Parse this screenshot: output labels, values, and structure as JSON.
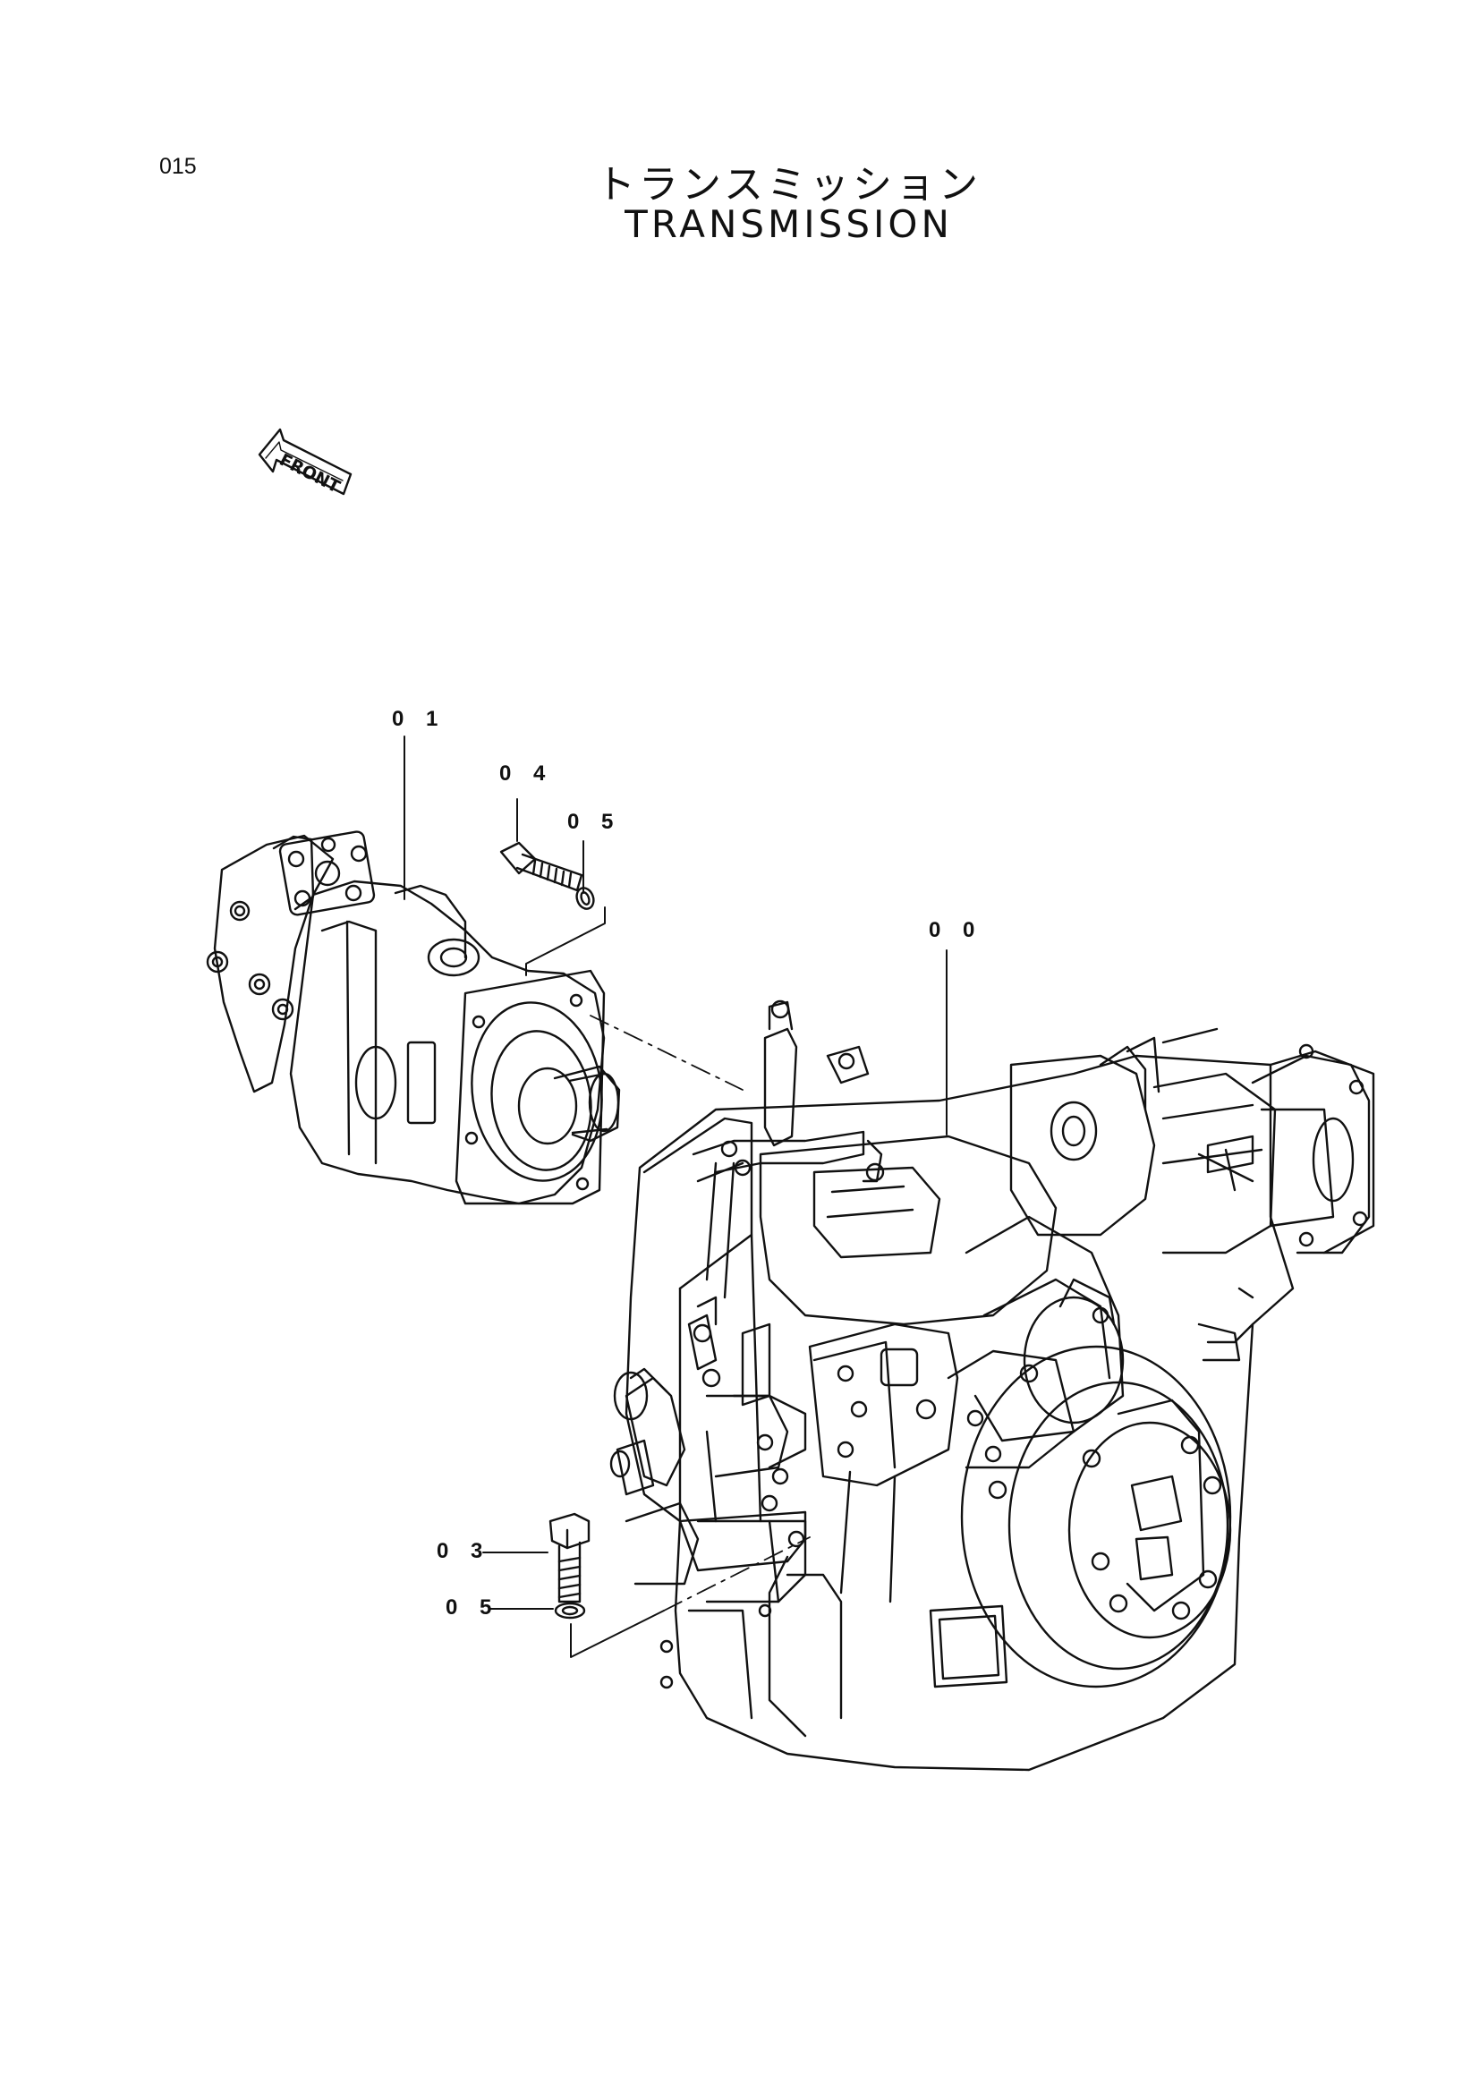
{
  "page": {
    "number": "015"
  },
  "title": {
    "japanese": "トランスミッション",
    "english": "TRANSMISSION"
  },
  "orientation": {
    "front_label": "FRONT"
  },
  "callouts": [
    {
      "id": "01",
      "label": "0 1"
    },
    {
      "id": "04",
      "label": "0 4"
    },
    {
      "id": "05a",
      "label": "0 5"
    },
    {
      "id": "00",
      "label": "0 0"
    },
    {
      "id": "03",
      "label": "0 3"
    },
    {
      "id": "05b",
      "label": "0 5"
    }
  ]
}
